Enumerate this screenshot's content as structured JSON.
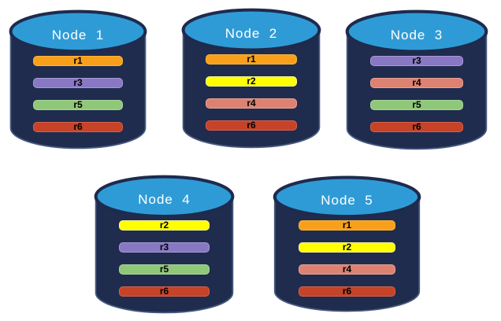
{
  "diagram": {
    "nodes": [
      {
        "title": "Node  1",
        "replicas": [
          "r1",
          "r3",
          "r5",
          "r6"
        ]
      },
      {
        "title": "Node  2",
        "replicas": [
          "r1",
          "r2",
          "r4",
          "r6"
        ]
      },
      {
        "title": "Node  3",
        "replicas": [
          "r3",
          "r4",
          "r5",
          "r6"
        ]
      },
      {
        "title": "Node  4",
        "replicas": [
          "r2",
          "r3",
          "r5",
          "r6"
        ]
      },
      {
        "title": "Node  5",
        "replicas": [
          "r1",
          "r2",
          "r4",
          "r6"
        ]
      }
    ],
    "colors": {
      "cylinder_body": "#1F2C4E",
      "cylinder_body_stroke": "#46587E",
      "cylinder_top": "#2F9BD6",
      "cylinder_top_stroke": "#1E2B4D",
      "title_text": "#FFFFFF",
      "replica_text": "#000000",
      "replicas": {
        "r1": {
          "fill": "#F9A01B",
          "border": "#FBB63F"
        },
        "r2": {
          "fill": "#FFFF00",
          "border": "#FFFF8C"
        },
        "r3": {
          "fill": "#8878C4",
          "border": "#A89BD5"
        },
        "r4": {
          "fill": "#DD8271",
          "border": "#E8A293"
        },
        "r5": {
          "fill": "#8FC878",
          "border": "#ABD69A"
        },
        "r6": {
          "fill": "#C64328",
          "border": "#D8604A"
        }
      }
    }
  }
}
